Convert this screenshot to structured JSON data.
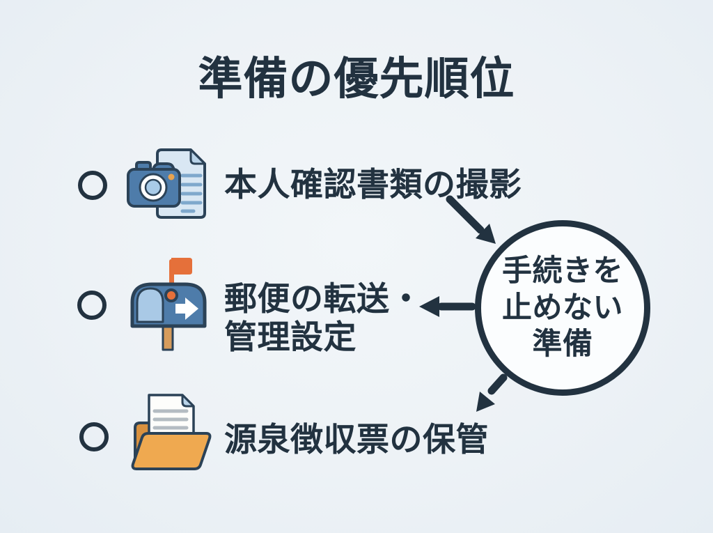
{
  "title": "準備の優先順位",
  "items": [
    {
      "icon": "camera-document-icon",
      "lines": [
        "本人確認書類の撮影"
      ]
    },
    {
      "icon": "mailbox-icon",
      "lines": [
        "郵便の転送・",
        "管理設定"
      ]
    },
    {
      "icon": "folder-document-icon",
      "lines": [
        "源泉徴収票の保管"
      ]
    }
  ],
  "hub": {
    "lines": [
      "手続きを",
      "止めない",
      "準備"
    ]
  },
  "colors": {
    "ink": "#223240",
    "background": "#edf2f6",
    "hub_fill": "#fbfdfe",
    "blue": "#4e7caa",
    "light_blue": "#a9c9e6",
    "doc_fill": "#d9e7f3",
    "doc_line": "#7fa8cc",
    "lens_fill": "#a9cbe8",
    "accent_orange": "#e9a34f",
    "flag_orange": "#e5703a",
    "post_tan": "#d69c5c",
    "folder_orange": "#efa950",
    "folder_dark": "#d9913f",
    "paper_line": "#b4bcc2",
    "fold_fill": "#b9d3e8",
    "icon_outline": "#2b4257"
  }
}
